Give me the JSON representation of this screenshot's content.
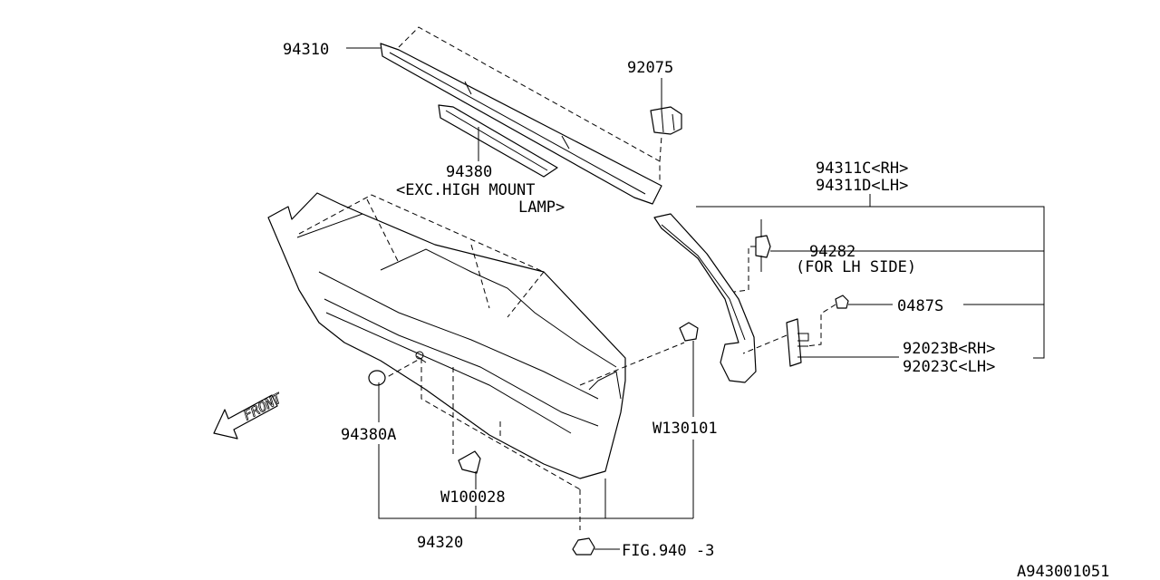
{
  "labels": {
    "p94310": "94310",
    "p92075": "92075",
    "p94380": "94380",
    "p94380_note1": "<EXC.HIGH MOUNT",
    "p94380_note2": "LAMP>",
    "p94311c": "94311C<RH>",
    "p94311d": "94311D<LH>",
    "p94282": "94282",
    "p94282_note": "(FOR LH SIDE)",
    "p0487s": "0487S",
    "p92023b": "92023B<RH>",
    "p92023c": "92023C<LH>",
    "pW130101": "W130101",
    "p94380a": "94380A",
    "pW100028": "W100028",
    "p94320": "94320",
    "fig": "FIG.940 -3",
    "front": "FRONT",
    "diagram_id": "A943001051"
  }
}
